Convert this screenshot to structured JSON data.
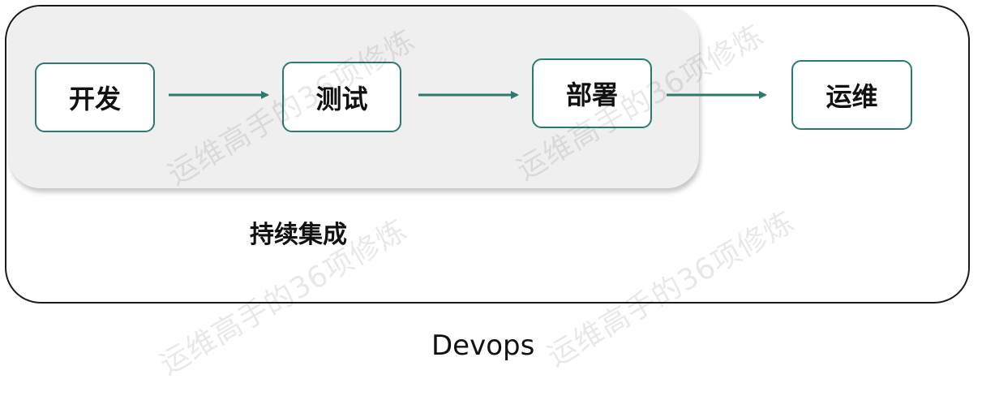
{
  "diagram": {
    "nodes": [
      {
        "id": "develop",
        "label": "开发"
      },
      {
        "id": "test",
        "label": "测试"
      },
      {
        "id": "deploy",
        "label": "部署"
      },
      {
        "id": "operate",
        "label": "运维"
      }
    ],
    "edges": [
      {
        "from": "develop",
        "to": "test"
      },
      {
        "from": "test",
        "to": "deploy"
      },
      {
        "from": "deploy",
        "to": "operate"
      }
    ],
    "continuous_integration_label": "持续集成",
    "devops_label": "Devops",
    "watermark_text": "运维高手的36项修炼"
  },
  "colors": {
    "node_border": "#2a7a6f",
    "arrow": "#2a7a6f",
    "ci_background": "#efefef",
    "outer_border": "#1a1a1a"
  }
}
